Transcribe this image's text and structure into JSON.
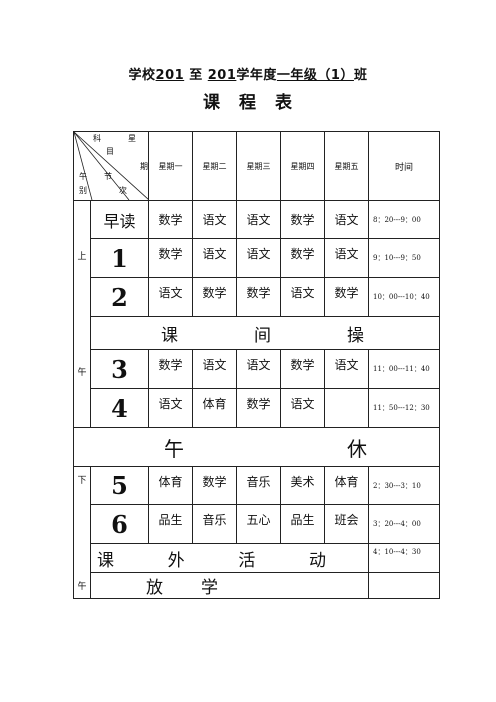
{
  "header": {
    "title_prefix": "学校",
    "year_start": "201",
    "to": " 至 ",
    "year_end": "201",
    "title_suffix_1": "学年度",
    "grade": "一年级（1）",
    "title_suffix_2": "班",
    "subtitle_chars": [
      "课",
      "程",
      "表"
    ]
  },
  "corner": {
    "subject": [
      "科",
      "目"
    ],
    "weekday": [
      "星",
      "期"
    ],
    "period": [
      "节",
      "次"
    ],
    "session": [
      "午",
      "别"
    ]
  },
  "days": [
    "星期一",
    "星期二",
    "星期三",
    "星期四",
    "星期五"
  ],
  "time_header": "时间",
  "sessions": {
    "morning": [
      "上",
      "午"
    ],
    "afternoon": [
      "下",
      "午"
    ]
  },
  "rows": {
    "r0": {
      "label": "早读",
      "subjects": [
        "数学",
        "语文",
        "语文",
        "数学",
        "语文"
      ],
      "time": "8：20---9：00"
    },
    "r1": {
      "label": "1",
      "subjects": [
        "数学",
        "语文",
        "语文",
        "数学",
        "语文"
      ],
      "time": "9：10---9：50"
    },
    "r2": {
      "label": "2",
      "subjects": [
        "语文",
        "数学",
        "数学",
        "语文",
        "数学"
      ],
      "time": "10：00---10：40"
    },
    "r3": {
      "label": "3",
      "subjects": [
        "数学",
        "语文",
        "语文",
        "数学",
        "语文"
      ],
      "time": "11：00---11：40"
    },
    "r4": {
      "label": "4",
      "subjects": [
        "语文",
        "体育",
        "数学",
        "语文",
        ""
      ],
      "time": "11：50---12：30"
    },
    "r5": {
      "label": "5",
      "subjects": [
        "体育",
        "数学",
        "音乐",
        "美术",
        "体育"
      ],
      "time": "2：30---3：10"
    },
    "r6": {
      "label": "6",
      "subjects": [
        "品生",
        "音乐",
        "五心",
        "品生",
        "班会"
      ],
      "time": "3：20---4：00"
    }
  },
  "exercise": [
    "课",
    "间",
    "操"
  ],
  "noon": [
    "午",
    "休"
  ],
  "activity": {
    "chars": [
      "课",
      "外",
      "活",
      "动"
    ],
    "time": "4：10---4：30"
  },
  "dismiss": [
    "放",
    "学"
  ]
}
